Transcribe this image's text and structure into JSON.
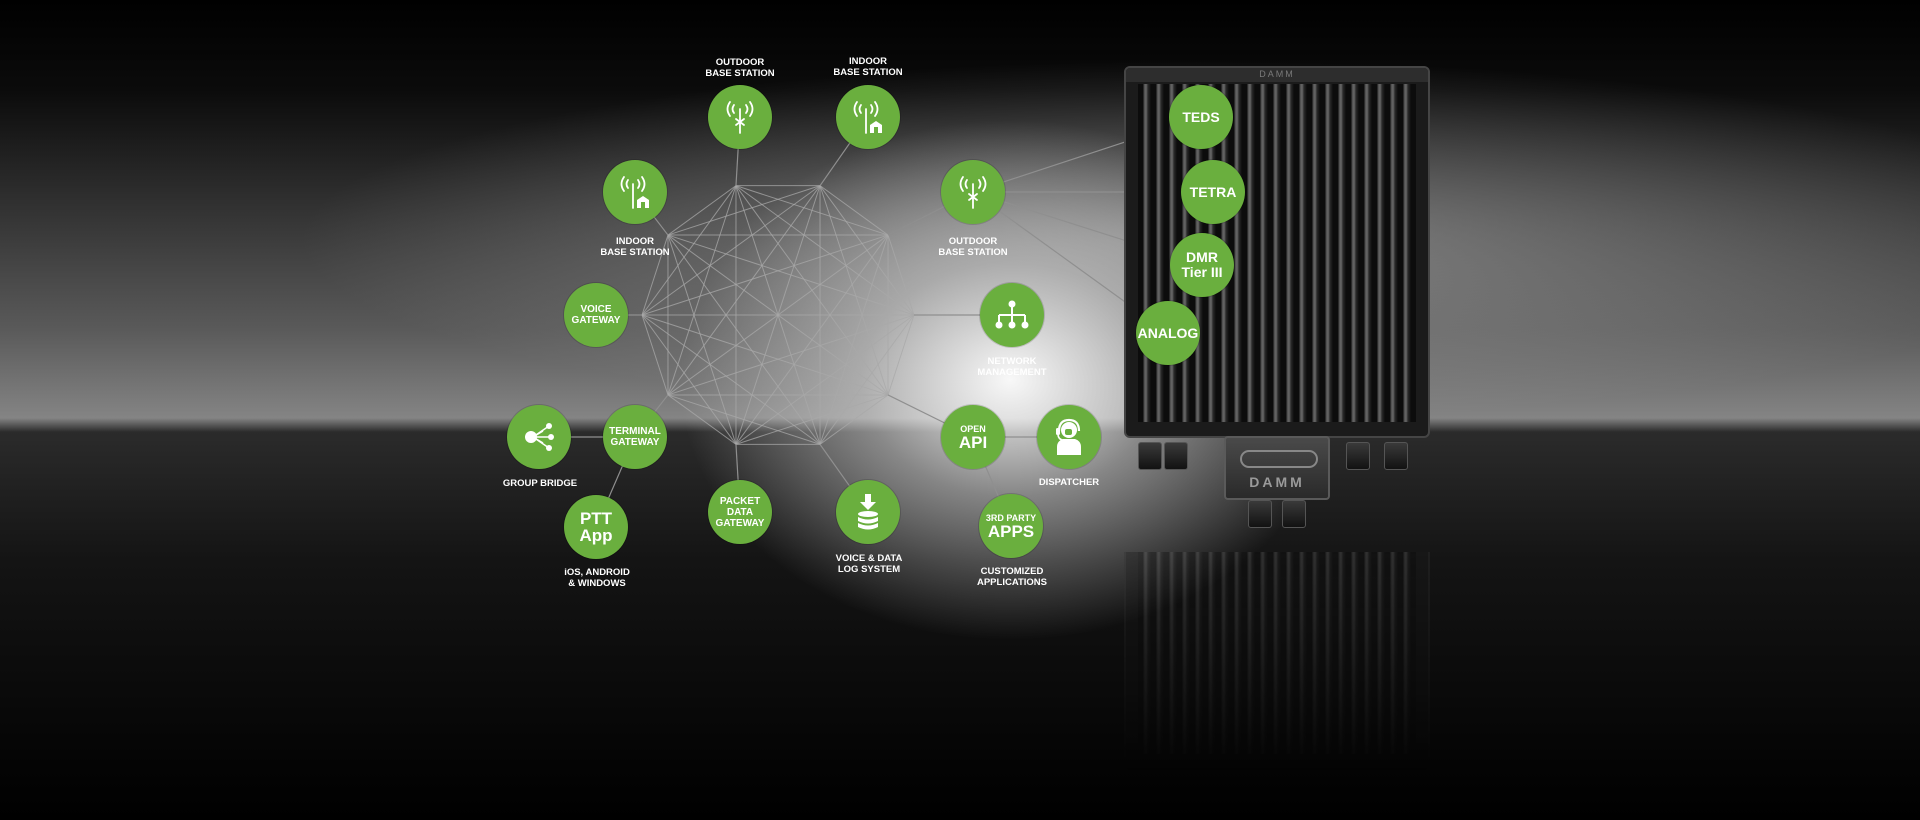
{
  "nodes": [
    {
      "key": "outdoor-base-station-top",
      "icon": "antenna-tower-icon",
      "label": "OUTDOOR\nBASE STATION"
    },
    {
      "key": "indoor-base-station-top",
      "icon": "antenna-building-icon",
      "label": "INDOOR\nBASE STATION"
    },
    {
      "key": "indoor-base-station-left",
      "icon": "antenna-building-icon",
      "label": "INDOOR\nBASE STATION"
    },
    {
      "key": "outdoor-base-station-right",
      "icon": "antenna-tower-icon",
      "label": "OUTDOOR\nBASE STATION"
    },
    {
      "key": "voice-gateway",
      "text": "VOICE\nGATEWAY"
    },
    {
      "key": "network-management",
      "icon": "network-tree-icon",
      "label": "NETWORK\nMANAGEMENT"
    },
    {
      "key": "terminal-gateway",
      "text": "TERMINAL\nGATEWAY"
    },
    {
      "key": "group-bridge",
      "icon": "group-share-icon",
      "label": "GROUP BRIDGE"
    },
    {
      "key": "ptt-app",
      "text": "PTT\nApp",
      "label": "iOS, ANDROID\n& WINDOWS"
    },
    {
      "key": "packet-data-gateway",
      "text": "PACKET\nDATA\nGATEWAY"
    },
    {
      "key": "voice-data-log",
      "icon": "database-download-icon",
      "label": "VOICE & DATA\nLOG SYSTEM"
    },
    {
      "key": "open-api",
      "small": "OPEN",
      "text": "API"
    },
    {
      "key": "dispatcher",
      "icon": "headset-operator-icon",
      "label": "DISPATCHER"
    },
    {
      "key": "third-party-apps",
      "small": "3RD PARTY",
      "text": "APPS",
      "label": "CUSTOMIZED\nAPPLICATIONS"
    }
  ],
  "protocols": [
    {
      "key": "teds",
      "text": "TEDS"
    },
    {
      "key": "tetra",
      "text": "TETRA"
    },
    {
      "key": "dmr",
      "text": "DMR\nTier III"
    },
    {
      "key": "analog",
      "text": "ANALOG"
    }
  ],
  "device": {
    "brand": "DAMM"
  },
  "colors": {
    "node_green": "#6aaf3e",
    "mesh_line": "#a9a9a9",
    "label_text": "#ffffff"
  }
}
